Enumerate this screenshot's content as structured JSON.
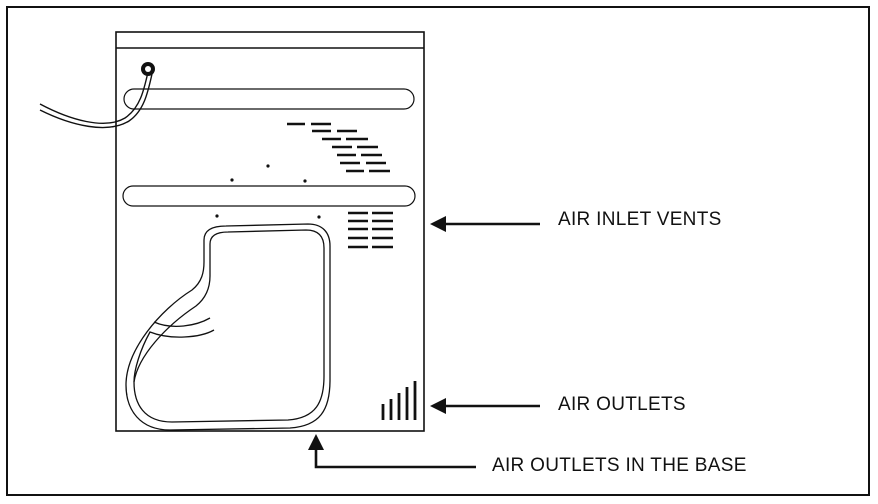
{
  "labels": {
    "air_inlet_vents": "AIR INLET VENTS",
    "air_outlets": "AIR OUTLETS",
    "air_outlets_base": "AIR OUTLETS IN THE BASE"
  },
  "colors": {
    "line": "#111111",
    "background": "#ffffff"
  }
}
